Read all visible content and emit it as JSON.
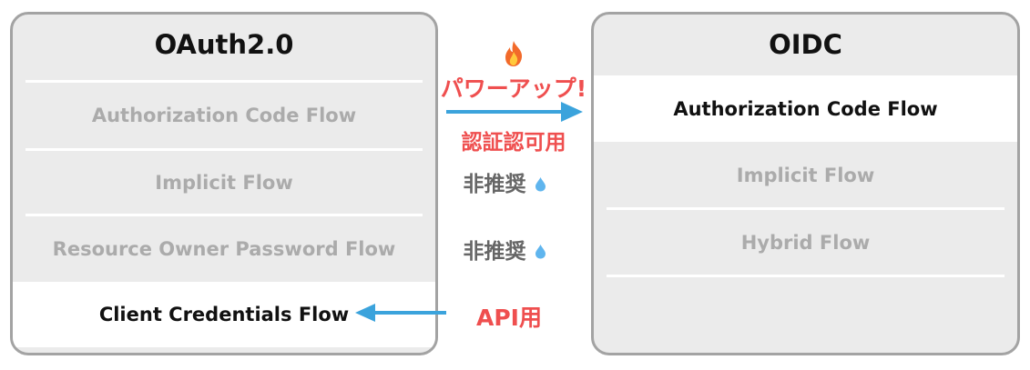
{
  "oauth": {
    "title": "OAuth2.0",
    "flows": [
      "Authorization Code Flow",
      "Implicit Flow",
      "Resource Owner Password Flow",
      "Client Credentials Flow"
    ]
  },
  "oidc": {
    "title": "OIDC",
    "flows": [
      "Authorization Code Flow",
      "Implicit Flow",
      "Hybrid Flow"
    ]
  },
  "annotations": {
    "power_up": "パワーアップ!",
    "auth_approval": "認証認可用",
    "deprecated_implicit": "非推奨",
    "deprecated_password": "非推奨",
    "api_use": "API用"
  },
  "icons": {
    "power_up": "fire-icon",
    "deprecated": "droplet-icon",
    "mapping_right": "arrow-right-icon",
    "mapping_left": "arrow-left-icon"
  },
  "colors": {
    "highlight": "#ef4f4f",
    "arrow": "#3ba3dc",
    "panel_bg": "#ebebeb",
    "panel_border": "#a3a3a3",
    "active_row_bg": "#ffffff",
    "inactive_text": "#ababab",
    "active_text": "#111111",
    "deprecated_text": "#666666"
  }
}
